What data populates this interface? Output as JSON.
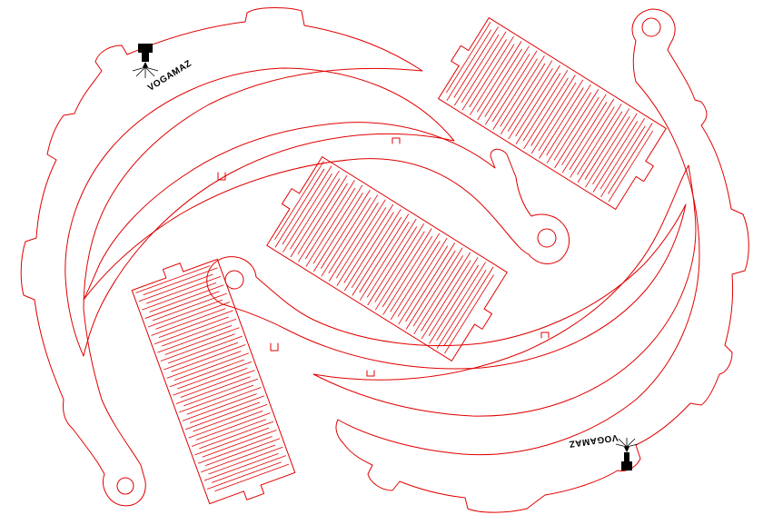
{
  "drawing": {
    "cut_color": "#e00000",
    "mark_color": "#000000",
    "logos": [
      {
        "name": "vogamaz-logo-top-left",
        "brand": "VOGAMAZ"
      },
      {
        "name": "vogamaz-logo-bottom-right",
        "brand": "VOGAMAZ"
      }
    ],
    "icons": [
      "laser-head-icon",
      "laser-head-icon"
    ]
  }
}
